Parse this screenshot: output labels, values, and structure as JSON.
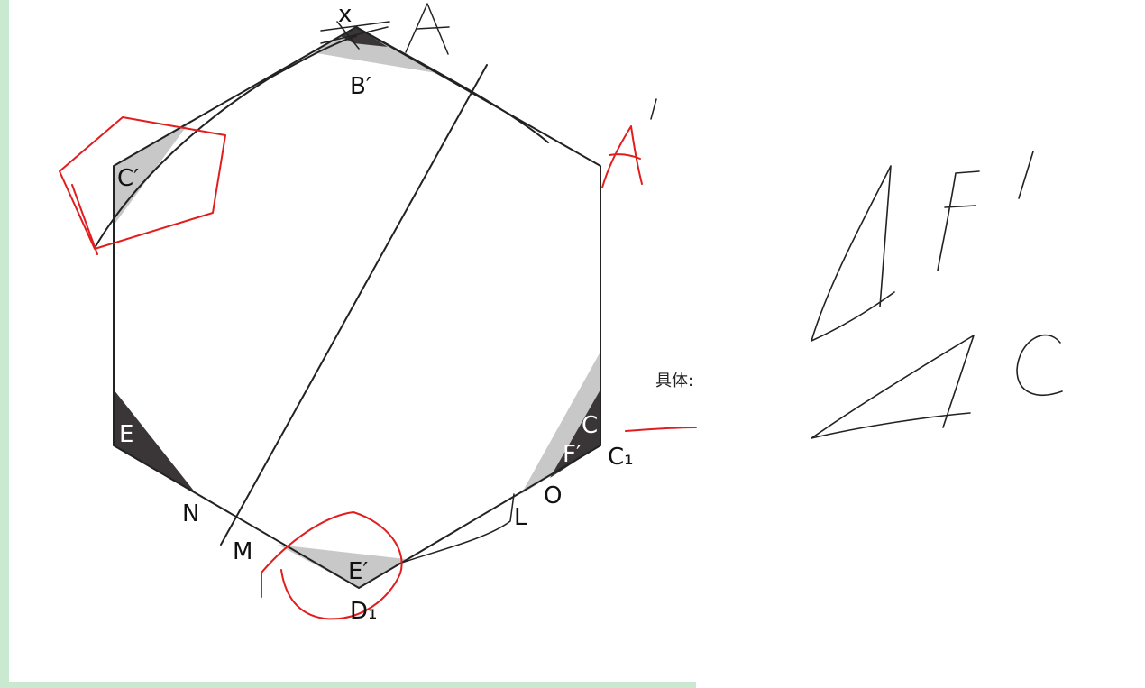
{
  "colors": {
    "frame": "#c9ead0",
    "ink": "#222222",
    "red": "#e11d1d",
    "light_gray": "#c8c8c8",
    "dark_gray": "#3a3536",
    "white": "#ffffff"
  },
  "labels": {
    "x": "x",
    "b_prime": "B′",
    "c_prime": "C′",
    "e": "E",
    "n": "N",
    "m": "M",
    "e_prime": "E′",
    "d1": "D₁",
    "l": "L",
    "o": "O",
    "f_prime": "F′",
    "c": "C",
    "c1": "C₁",
    "cjk_fragment": "具体:"
  },
  "handwriting": {
    "top_a": "A",
    "right_a": "A",
    "right_tick": "′",
    "right_panel": [
      "4F′",
      "4C"
    ]
  }
}
